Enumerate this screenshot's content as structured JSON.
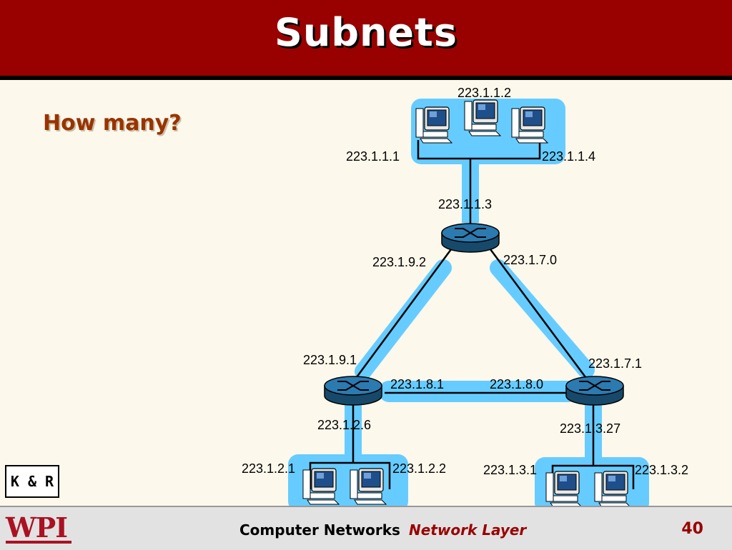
{
  "slide": {
    "title": "Subnets",
    "question": "How many?",
    "kr_badge": "K & R",
    "footer_course": "Computer Networks",
    "footer_topic": "Network Layer",
    "page_number": "40",
    "logo_text": "WPI"
  },
  "diagram": {
    "labels": {
      "top_host_mid": "223.1.1.2",
      "top_host_left": "223.1.1.1",
      "top_host_right": "223.1.1.4",
      "top_router_up": "223.1.1.3",
      "top_router_left": "223.1.9.2",
      "top_router_right": "223.1.7.0",
      "left_router_up": "223.1.9.1",
      "left_router_right": "223.1.8.1",
      "right_router_left": "223.1.8.0",
      "right_router_up": "223.1.7.1",
      "left_router_down": "223.1.2.6",
      "right_router_down": "223.1.3.27",
      "bl_host_left": "223.1.2.1",
      "bl_host_right": "223.1.2.2",
      "br_host_left": "223.1.3.1",
      "br_host_right": "223.1.3.2"
    },
    "colors": {
      "subnet_highlight": "#66ccff",
      "router_fill": "#1f5f8b",
      "header": "#990000"
    }
  }
}
